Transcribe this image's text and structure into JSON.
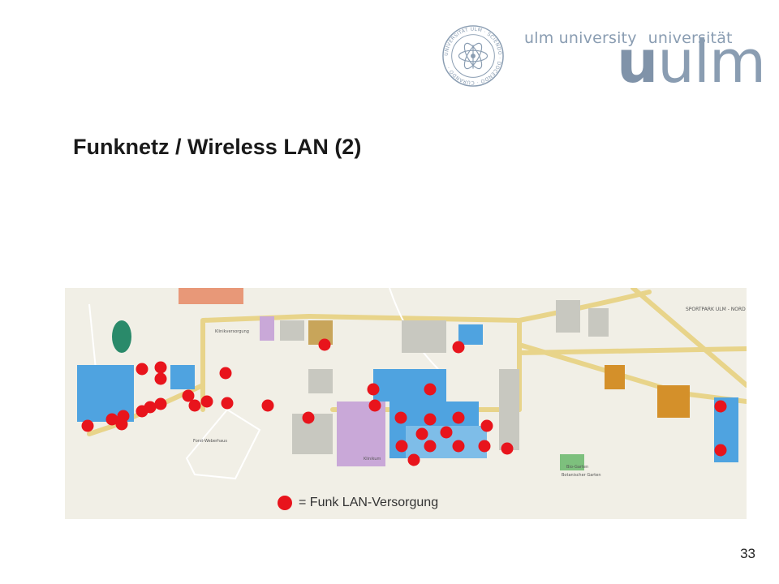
{
  "logo": {
    "seal_text": "UNIVERSITÄT ULM · SCIENDO · DOCENDO · CURANDO ·",
    "name_en": "ulm university",
    "name_de": "universität",
    "wordmark_bold": "u",
    "wordmark_rest": "ulm"
  },
  "slide": {
    "title": "Funknetz / Wireless LAN (2)",
    "page_number": "33"
  },
  "map": {
    "legend_label": "= Funk LAN-Versorgung",
    "area_label": "SPORTPARK ULM - NORD",
    "labels": [
      "Klinikversorgung",
      "Forst-Weberhaus",
      "Botanischer Garten",
      "Klinikum",
      "Bio-Garten"
    ],
    "coverage_color": "#e8141c",
    "hotspot_count": 36
  }
}
